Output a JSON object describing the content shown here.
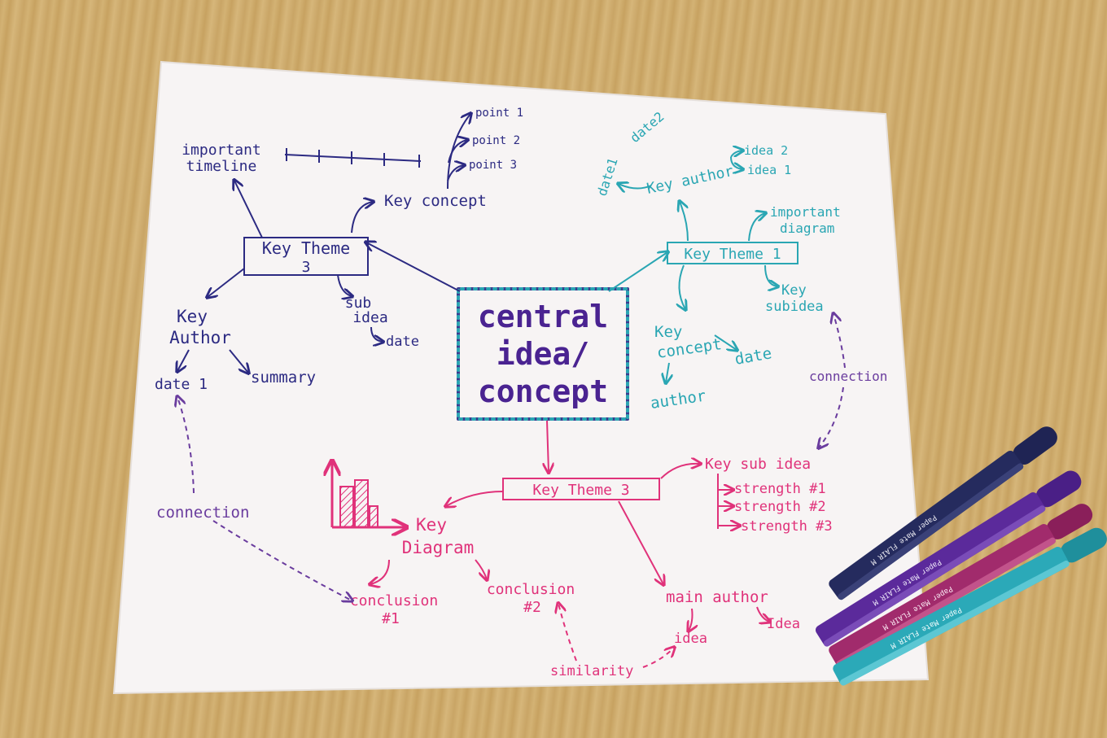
{
  "central": {
    "line1": "central",
    "line2": "idea/",
    "line3": "concept"
  },
  "theme3_left": {
    "box_line1": "Key Theme",
    "box_line2": "3",
    "timeline": [
      "important",
      "timeline"
    ],
    "key_concept": "Key concept",
    "points": [
      "point 1",
      "point 2",
      "point 3"
    ],
    "key_author": [
      "Key",
      "Author"
    ],
    "date1": "date 1",
    "summary": "summary",
    "sub_idea": [
      "sub",
      "idea"
    ],
    "date": "date"
  },
  "theme1_right": {
    "box": "Key Theme 1",
    "key_author": "Key author",
    "date1": "date1",
    "date2": "date2",
    "idea2": "idea 2",
    "idea1": "idea 1",
    "important_diagram": [
      "important",
      "diagram"
    ],
    "key_subidea": [
      "Key",
      "subidea"
    ],
    "key_concept": [
      "Key",
      "concept"
    ],
    "date": "date",
    "author": "author"
  },
  "theme3_bottom": {
    "box": "Key Theme 3",
    "key_sub_idea": "Key sub idea",
    "strengths": [
      "strength #1",
      "strength #2",
      "strength #3"
    ],
    "key_diagram": [
      "Key",
      "Diagram"
    ],
    "conclusion1": [
      "conclusion",
      "#1"
    ],
    "conclusion2": [
      "conclusion",
      "#2"
    ],
    "main_author": "main author",
    "idea": "idea",
    "idea_cut": "Idea",
    "similarity": "similarity"
  },
  "connections": {
    "left": "connection",
    "right": "connection"
  },
  "pens": {
    "label": "Paper Mate FLAIR M"
  },
  "colors": {
    "navy": "#2c2a82",
    "teal": "#2aa6b3",
    "pink": "#e0327a",
    "purple": "#6a3c9e",
    "paper": "#f7f4f4",
    "desk": "#c9a566"
  }
}
